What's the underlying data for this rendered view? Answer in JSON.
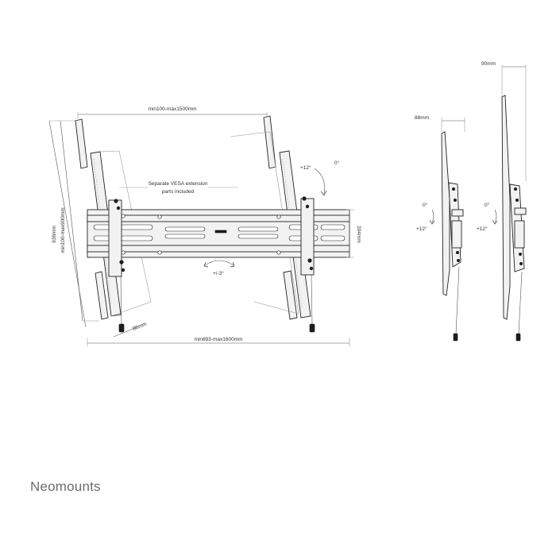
{
  "brand": "Neomounts",
  "front_view": {
    "vesa_horizontal": "min100-max1500mm",
    "vesa_extension_line1": "Separate VESA extension",
    "vesa_extension_line2": "parts included",
    "height_total": "936mm",
    "height_vesa": "min100-max900mm",
    "plate_height": "204mm",
    "depth": "88mm",
    "rail_width": "min893-max1600mm",
    "tilt_up": "+12°",
    "tilt_zero": "0°",
    "level_adjust": "+/-3°"
  },
  "side_view_88": {
    "depth": "88mm",
    "tilt_zero": "0°",
    "tilt_up": "+12°"
  },
  "side_view_90": {
    "depth": "90mm",
    "tilt_zero": "0°",
    "tilt_up": "+12°"
  }
}
